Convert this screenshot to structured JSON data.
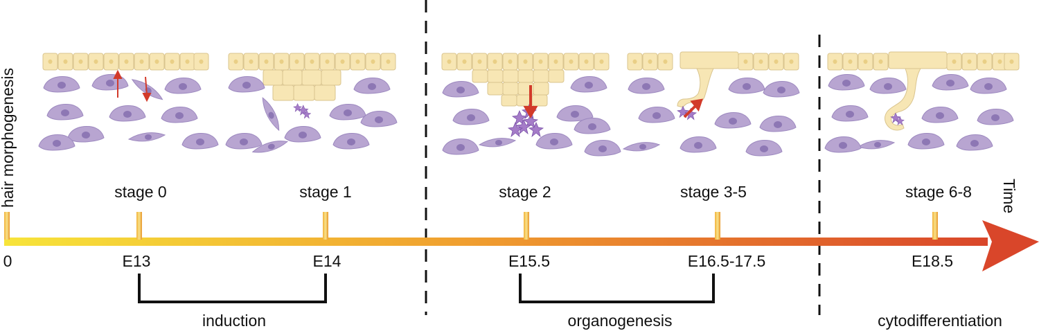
{
  "y_axis_label": "hair morphogenesis",
  "time_label": "Time",
  "stages": [
    {
      "label": "stage 0",
      "time": "E13"
    },
    {
      "label": "stage 1",
      "time": "E14"
    },
    {
      "label": "stage 2",
      "time": "E15.5"
    },
    {
      "label": "stage 3-5",
      "time": "E16.5-17.5"
    },
    {
      "label": "stage 6-8",
      "time": "E18.5"
    }
  ],
  "origin_tick": "0",
  "phases": [
    "induction",
    "organogenesis",
    "cytodifferentiation"
  ],
  "colors": {
    "epithelium": "#f7e6b4",
    "epithelium_stroke": "#d9c48e",
    "mesenchyme": "#b8a5d1",
    "mesenchyme_nucleus": "#8d77b4",
    "arrow_gradient_start": "#f7e43a",
    "arrow_gradient_end": "#d9462a",
    "signal_arrow": "#d23a2a"
  }
}
